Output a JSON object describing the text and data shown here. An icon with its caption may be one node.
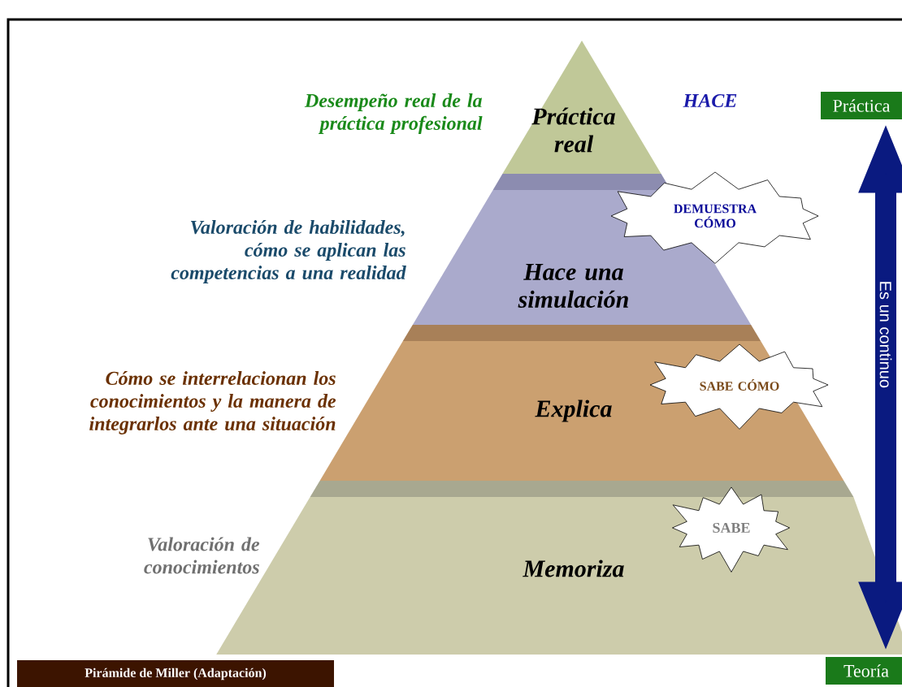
{
  "diagram": {
    "nodes": [
      {
        "text": [
          "Práctica real"
        ]
      },
      {
        "text": [
          "Hace una simulación"
        ]
      },
      {
        "text": [
          "Explica"
        ]
      },
      {
        "text": [
          "Memoriza"
        ]
      },
      {
        "text": [
          "DEMUESTRA CÓMO"
        ]
      },
      {
        "text": [
          "SABE CÓMO"
        ],
        "in": 2
      },
      {
        "text": [
          "SABE"
        ],
        "in": 3
      },
      {
        "text": [
          "Práctica"
        ]
      },
      {
        "text": [
          "Teoría"
        ]
      },
      {
        "text": [
          "Pirámide de Miller (Adaptación)"
        ]
      }
    ],
    "edges": [
      {
        "from": 7,
        "to": 8,
        "arrow": "both",
        "label": "Es un continuo"
      }
    ],
    "labels": [
      "Desempeño real de la práctica profesional",
      "HACE",
      "Valoración de habilidades, cómo se aplican las competencias a una realidad",
      "Cómo se interrelacionan los conocimientos y la manera de integrarlos ante una situación",
      "Valoración de conocimientos"
    ]
  }
}
